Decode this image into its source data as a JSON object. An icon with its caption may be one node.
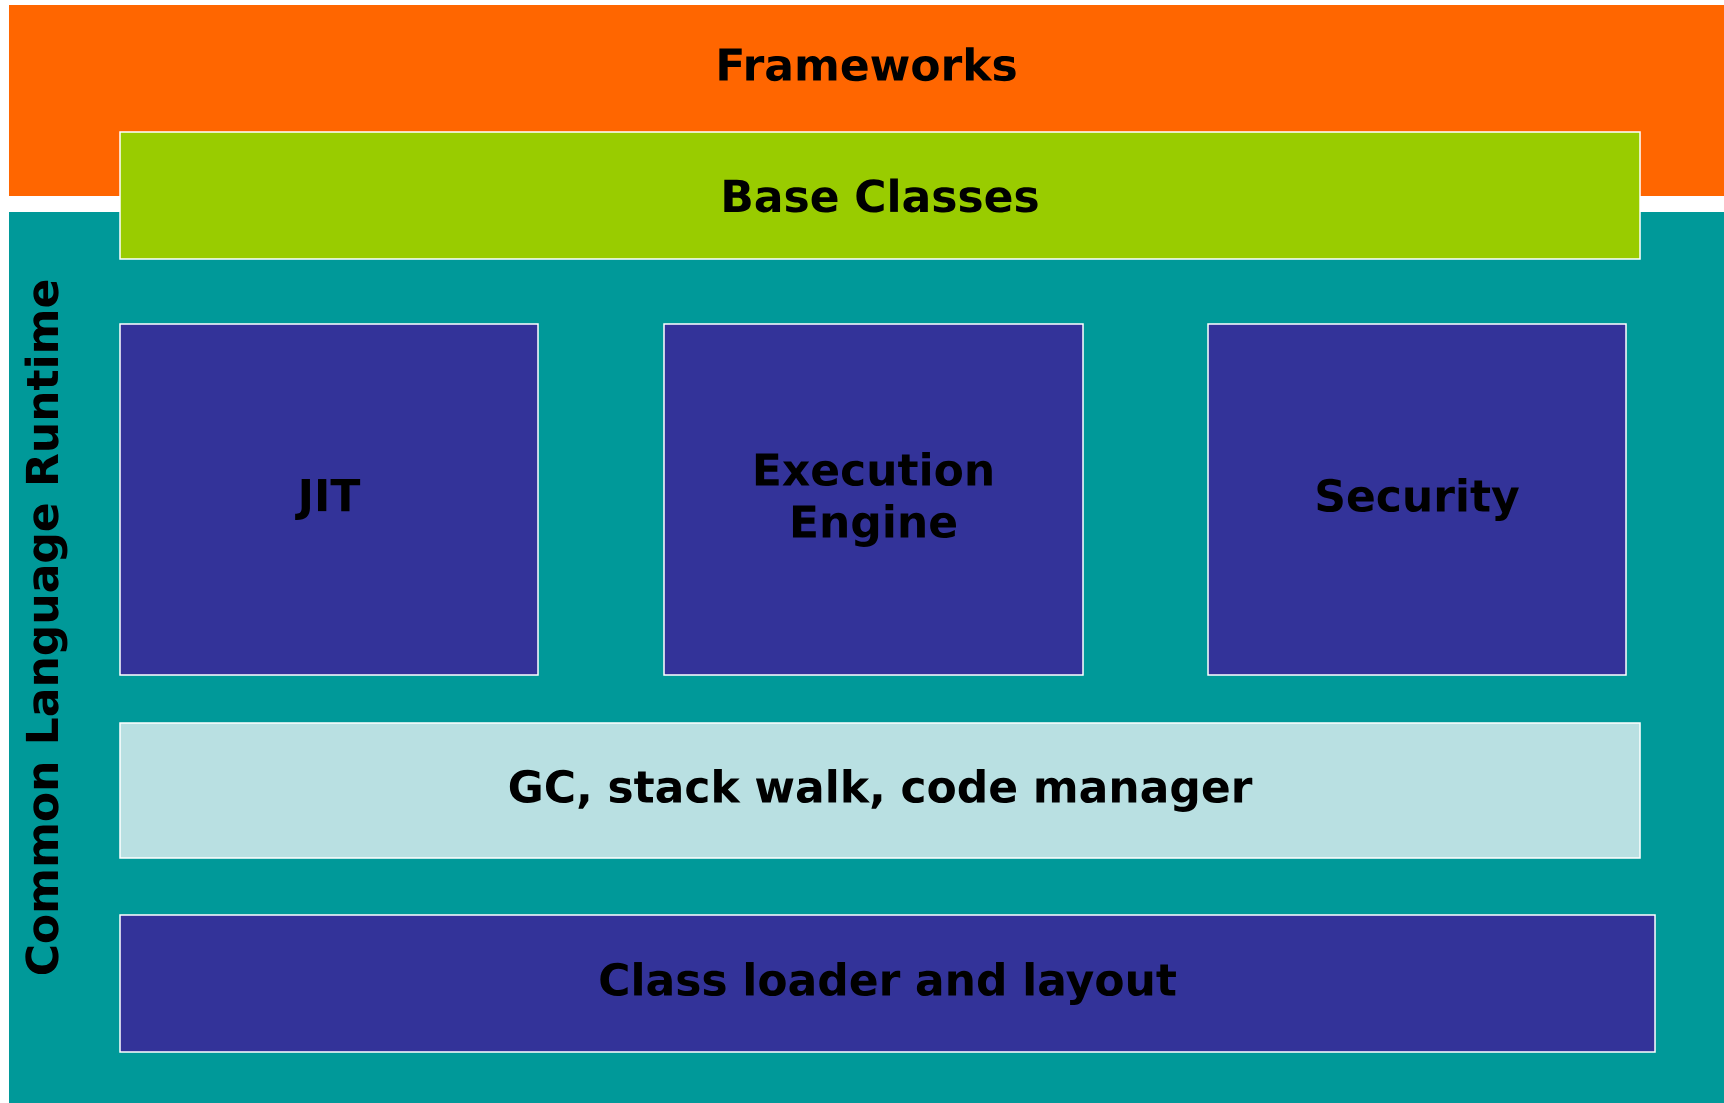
{
  "diagram": {
    "nodes": [
      {
        "text": [
          "Frameworks"
        ]
      },
      {
        "text": [
          "Base Classes"
        ]
      },
      {
        "text": [
          "Common Language Runtime"
        ]
      },
      {
        "text": [
          "JIT"
        ],
        "in": 2
      },
      {
        "text": [
          "Execution Engine"
        ],
        "in": 2
      },
      {
        "text": [
          "Security"
        ],
        "in": 2
      },
      {
        "text": [
          "GC, stack walk, code manager"
        ],
        "in": 2
      },
      {
        "text": [
          "Class loader and layout"
        ],
        "in": 2
      }
    ]
  }
}
